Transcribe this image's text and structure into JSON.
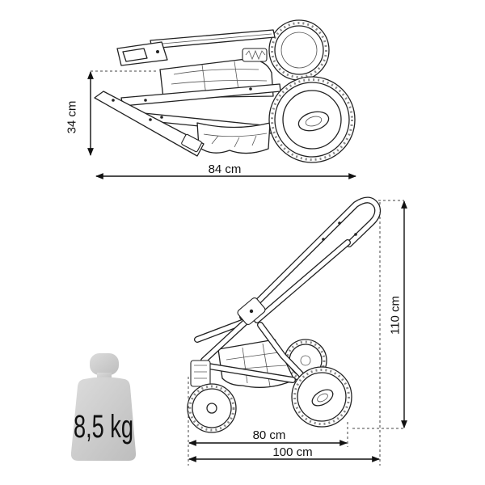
{
  "folded": {
    "height": "34 cm",
    "length": "84 cm"
  },
  "unfolded": {
    "height": "110 cm",
    "wheel_span": "80 cm",
    "length": "100 cm"
  },
  "weight": {
    "value": "8,5 kg"
  },
  "colors": {
    "line": "#222222",
    "dimension": "#111111",
    "weight_fill": "#cccccc",
    "weight_text": "#111111"
  }
}
